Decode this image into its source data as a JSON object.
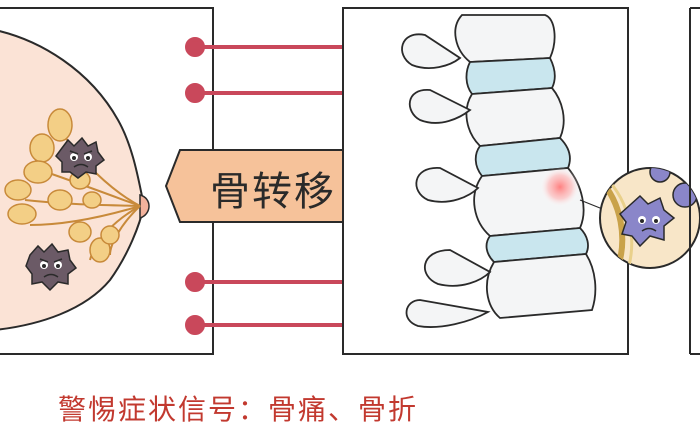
{
  "banner": {
    "label": "骨转移"
  },
  "caption": {
    "text": "警惕症状信号：骨痛、骨折"
  },
  "colors": {
    "panel_border": "#2a2a2a",
    "connector": "#c9485b",
    "banner_fill": "#f6c29a",
    "breast_skin": "#fbe3d6",
    "gland": "#f3cf86",
    "bone": "#f4f5f6",
    "disc": "#c9e6ee",
    "caption": "#c2392f"
  },
  "icons": [
    "breast-anatomy-illustration",
    "cancer-cell-character",
    "spine-vertebrae-illustration",
    "tumor-hotspot",
    "magnified-bone-cells-inset"
  ]
}
